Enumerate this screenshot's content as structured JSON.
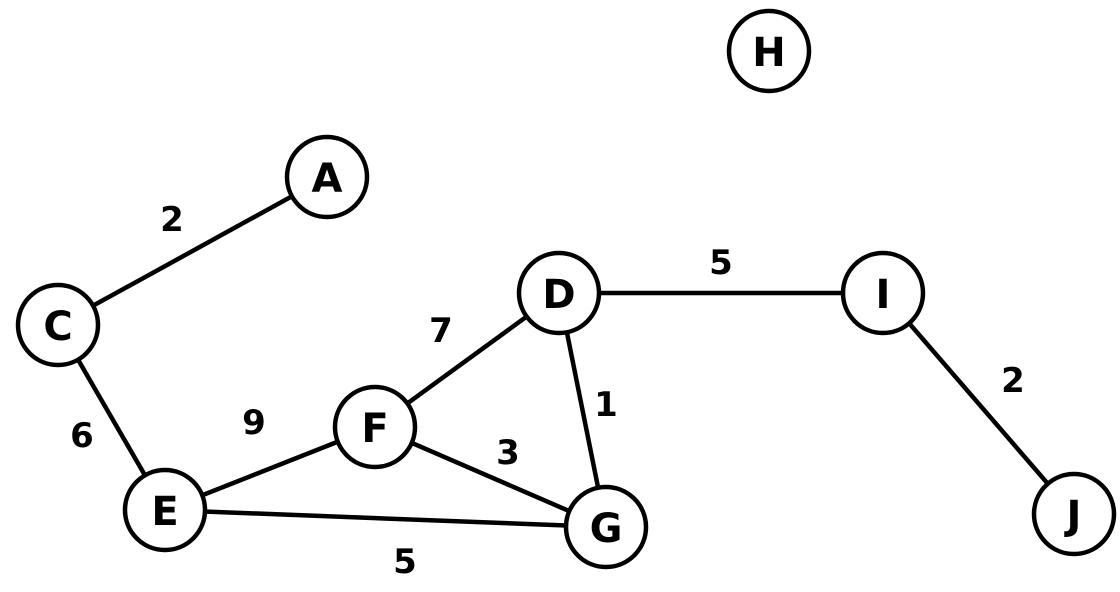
{
  "diagram": {
    "type": "weighted-undirected-graph",
    "nodes": [
      {
        "id": "A",
        "label": "A"
      },
      {
        "id": "C",
        "label": "C"
      },
      {
        "id": "D",
        "label": "D"
      },
      {
        "id": "E",
        "label": "E"
      },
      {
        "id": "F",
        "label": "F"
      },
      {
        "id": "G",
        "label": "G"
      },
      {
        "id": "H",
        "label": "H"
      },
      {
        "id": "I",
        "label": "I"
      },
      {
        "id": "J",
        "label": "J"
      }
    ],
    "edges": [
      {
        "from": "C",
        "to": "A",
        "weight": "2"
      },
      {
        "from": "C",
        "to": "E",
        "weight": "6"
      },
      {
        "from": "E",
        "to": "F",
        "weight": "9"
      },
      {
        "from": "E",
        "to": "G",
        "weight": "5"
      },
      {
        "from": "F",
        "to": "D",
        "weight": "7"
      },
      {
        "from": "F",
        "to": "G",
        "weight": "3"
      },
      {
        "from": "D",
        "to": "G",
        "weight": "1"
      },
      {
        "from": "D",
        "to": "I",
        "weight": "5"
      },
      {
        "from": "I",
        "to": "J",
        "weight": "2"
      }
    ]
  }
}
